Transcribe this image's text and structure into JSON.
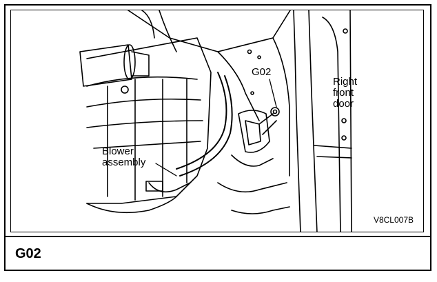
{
  "figure": {
    "labels": {
      "connector": "G02",
      "door_line1": "Right",
      "door_line2": "front",
      "door_line3": "door",
      "blower_line1": "Blower",
      "blower_line2": "assembly"
    },
    "code": "V8CL007B"
  },
  "caption": "G02"
}
